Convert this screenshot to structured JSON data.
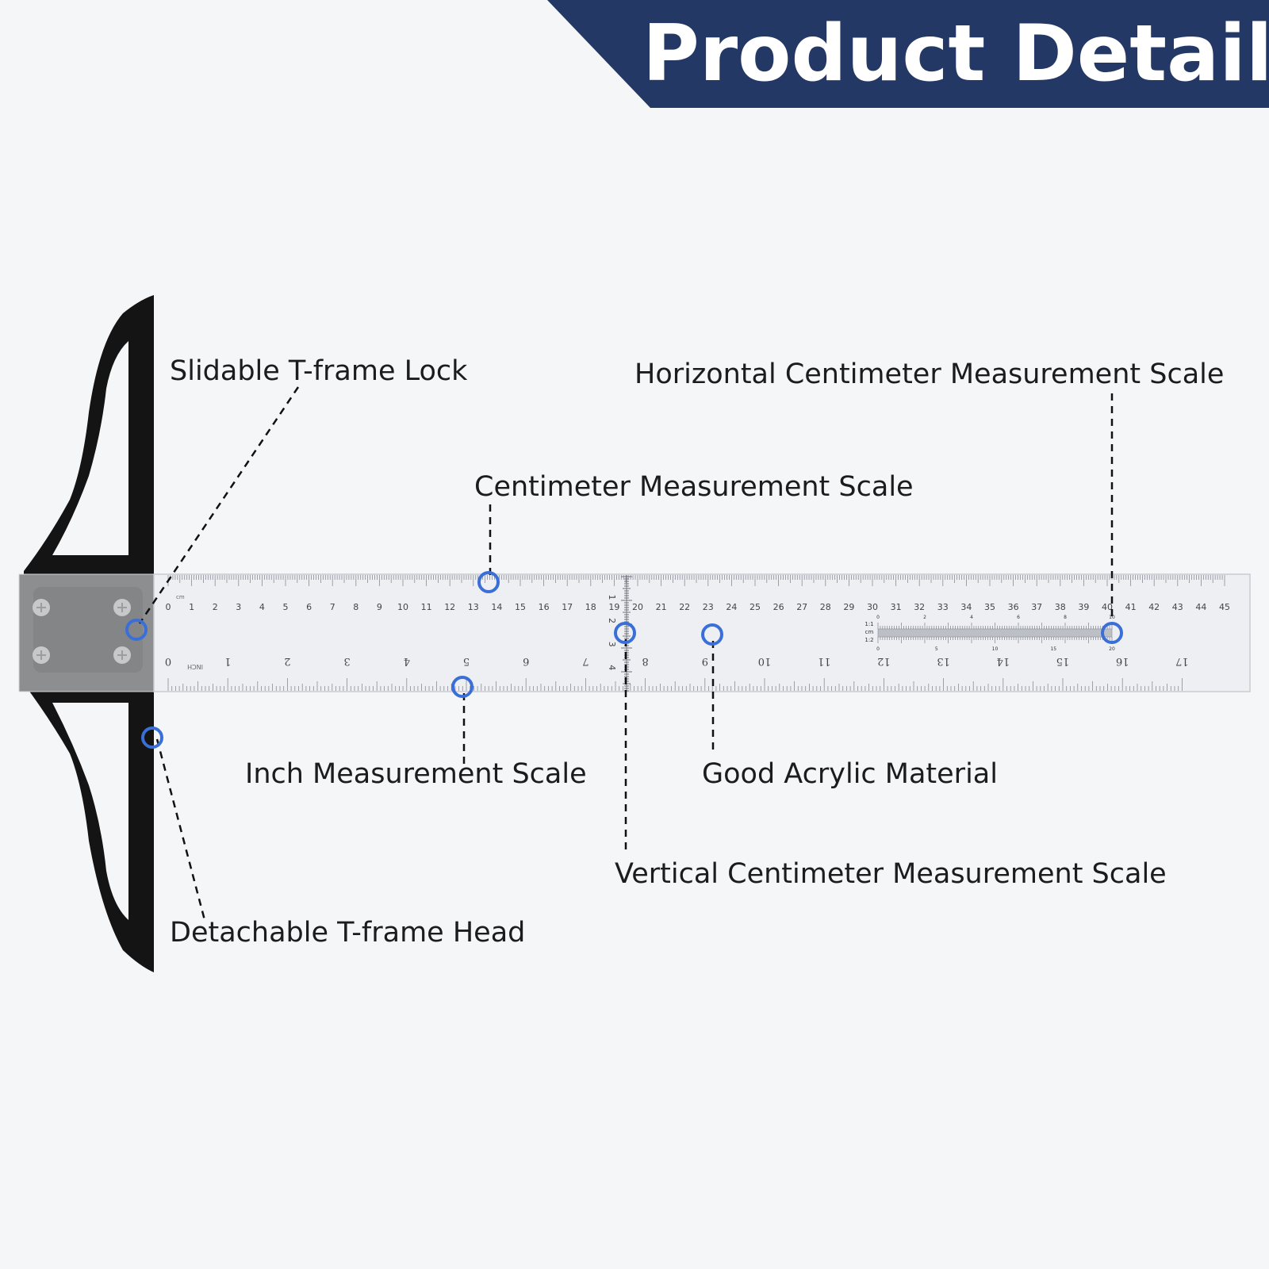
{
  "header": {
    "title": "Product Details",
    "banner_color": "#243866"
  },
  "callouts": {
    "slidable_lock": "Slidable T-frame Lock",
    "horizontal_cm_scale": "Horizontal Centimeter Measurement Scale",
    "cm_scale": "Centimeter Measurement Scale",
    "inch_scale": "Inch Measurement Scale",
    "acrylic_material": "Good Acrylic Material",
    "vertical_cm_scale": "Vertical Centimeter Measurement Scale",
    "detachable_head": "Detachable T-frame Head"
  },
  "ruler": {
    "cm_unit": "cm",
    "inch_unit": "INCH",
    "cm_numbers": [
      "0",
      "1",
      "2",
      "3",
      "4",
      "5",
      "6",
      "7",
      "8",
      "9",
      "10",
      "11",
      "12",
      "13",
      "14",
      "15",
      "16",
      "17",
      "18",
      "19",
      "20",
      "21",
      "22",
      "23",
      "24",
      "25",
      "26",
      "27",
      "28",
      "29",
      "30",
      "31",
      "32",
      "33",
      "34",
      "35",
      "36",
      "37",
      "38",
      "39",
      "40",
      "41",
      "42",
      "43",
      "44",
      "45"
    ],
    "inch_numbers": [
      "0",
      "1",
      "2",
      "3",
      "4",
      "5",
      "6",
      "7",
      "8",
      "9",
      "10",
      "11",
      "12",
      "13",
      "14",
      "15",
      "16",
      "17"
    ],
    "vertical_numbers": [
      "1",
      "2",
      "3",
      "4"
    ],
    "scale_ratio_labels": [
      "1:1",
      "cm",
      "1:2"
    ],
    "scale_top_numbers": [
      "0",
      "2",
      "4",
      "6",
      "8",
      "10"
    ],
    "scale_bottom_numbers": [
      "0",
      "5",
      "10",
      "15",
      "20"
    ]
  },
  "colors": {
    "marker": "#3a6fd8",
    "frame": "#141414",
    "ruler_fill": "#eceef2"
  }
}
